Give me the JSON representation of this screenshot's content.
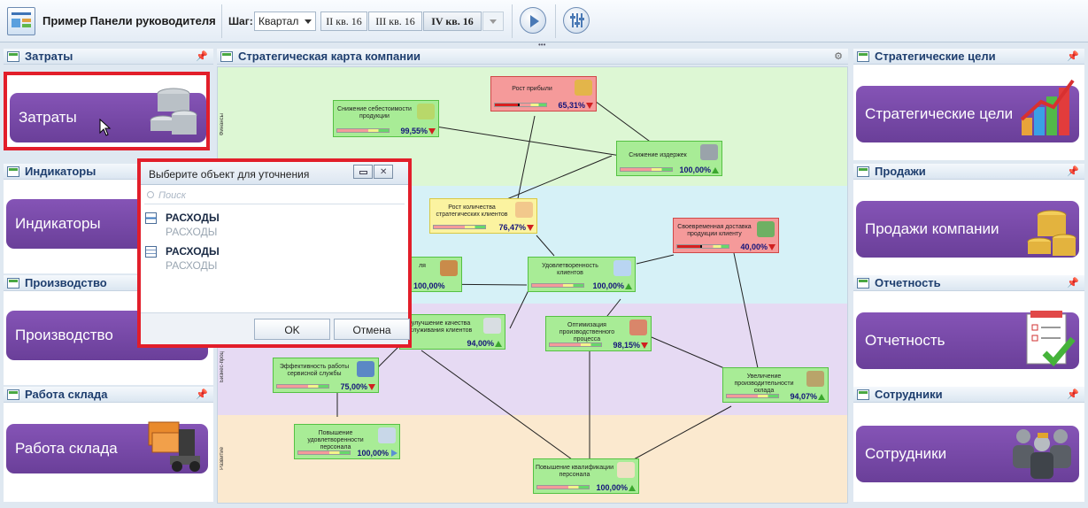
{
  "app": {
    "title": "Пример Панели руководителя"
  },
  "toolbar": {
    "step_label": "Шаг:",
    "step_value": "Квартал",
    "periods": [
      "II кв. 16",
      "III кв. 16",
      "IV кв. 16"
    ],
    "active_period": "IV кв. 16"
  },
  "left_panels": [
    {
      "title": "Затраты",
      "tile": "Затраты",
      "icon": "coins-icon"
    },
    {
      "title": "Индикаторы",
      "tile": "Индикаторы",
      "icon": "gauge-icon"
    },
    {
      "title": "Производство",
      "tile": "Производство",
      "icon": "gear-icon"
    },
    {
      "title": "Работа склада",
      "tile": "Работа склада",
      "icon": "forklift-icon"
    }
  ],
  "right_panels": [
    {
      "title": "Стратегические цели",
      "tile": "Стратегические цели",
      "icon": "bar-chart-icon"
    },
    {
      "title": "Продажи",
      "tile": "Продажи компании",
      "icon": "coins-icon"
    },
    {
      "title": "Отчетность",
      "tile": "Отчетность",
      "icon": "checklist-icon"
    },
    {
      "title": "Сотрудники",
      "tile": "Сотрудники",
      "icon": "people-icon"
    }
  ],
  "map": {
    "title": "Стратегическая карта компании",
    "bands": [
      {
        "label": "Финансы",
        "color": "#ddf7d4"
      },
      {
        "label": "",
        "color": "#d6f1f7"
      },
      {
        "label": "Бизнес-проц",
        "color": "#e6daf3"
      },
      {
        "label": "Развитие",
        "color": "#fbe9cf"
      }
    ],
    "nodes": [
      {
        "id": "profit",
        "label": "Рост прибыли",
        "pct": "65,31%",
        "status": "red",
        "trend": "down"
      },
      {
        "id": "cost",
        "label": "Снижение себестоимости продукции",
        "pct": "99,55%",
        "status": "green",
        "trend": "down"
      },
      {
        "id": "expenses",
        "label": "Снижение издержек",
        "pct": "100,00%",
        "status": "green",
        "trend": "up"
      },
      {
        "id": "clients",
        "label": "Рост количества стратегических клиентов",
        "pct": "76,47%",
        "status": "yellow",
        "trend": "down"
      },
      {
        "id": "delivery",
        "label": "Своевременная доставка продукции клиенту",
        "pct": "40,00%",
        "status": "red",
        "trend": "down"
      },
      {
        "id": "satisfaction",
        "label": "Удовлетворенность клиентов",
        "pct": "100,00%",
        "status": "green",
        "trend": "up"
      },
      {
        "id": "hidden",
        "label": "ля",
        "pct": "100,00%",
        "status": "green",
        "trend": "up"
      },
      {
        "id": "quality",
        "label": "улучшение качества служивания клиентов",
        "pct": "94,00%",
        "status": "green",
        "trend": "up"
      },
      {
        "id": "optimize",
        "label": "Оптимизация производственного процесса",
        "pct": "98,15%",
        "status": "green",
        "trend": "down"
      },
      {
        "id": "service",
        "label": "Эффективность работы сервисной службы",
        "pct": "75,00%",
        "status": "green",
        "trend": "down"
      },
      {
        "id": "capacity",
        "label": "Увеличение производительности склада",
        "pct": "94,07%",
        "status": "green",
        "trend": "up"
      },
      {
        "id": "staff_sat",
        "label": "Повышение удовлетворенности персонала",
        "pct": "100,00%",
        "status": "green",
        "trend": "right"
      },
      {
        "id": "staff_skill",
        "label": "Повышение квалификации персонала",
        "pct": "100,00%",
        "status": "green",
        "trend": "up"
      }
    ]
  },
  "dialog": {
    "title": "Выберите объект для уточнения",
    "search_placeholder": "Поиск",
    "items": [
      {
        "title": "РАСХОДЫ",
        "subtitle": "РАСХОДЫ"
      },
      {
        "title": "РАСХОДЫ",
        "subtitle": "РАСХОДЫ"
      }
    ],
    "ok": "OK",
    "cancel": "Отмена"
  }
}
